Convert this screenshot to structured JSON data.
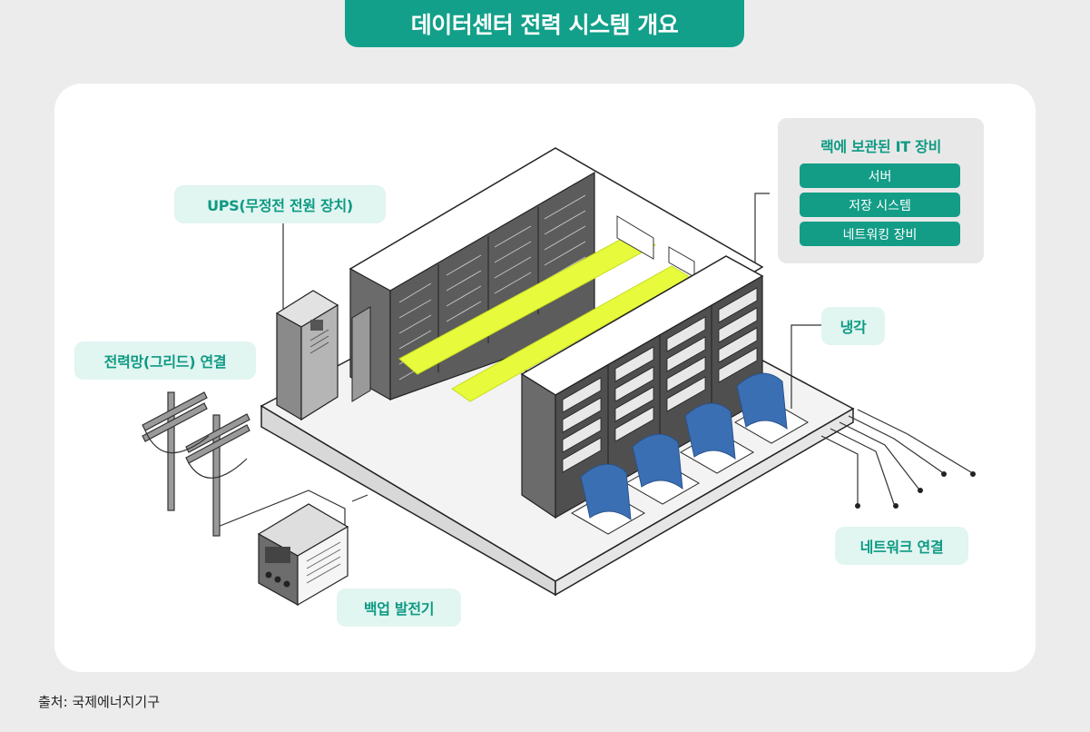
{
  "title": "데이터센터 전력 시스템 개요",
  "labels": {
    "ups": "UPS(무정전 전원 장치)",
    "grid": "전력망(그리드) 연결",
    "cooling": "냉각",
    "network": "네트워크 연결",
    "generator": "백업 발전기"
  },
  "it_equipment": {
    "title": "랙에 보관된 IT 장비",
    "items": [
      "서버",
      "저장 시스템",
      "네트워킹 장비"
    ]
  },
  "source": "출처: 국제에너지기구",
  "colors": {
    "accent": "#12a08a",
    "label_bg": "#e1f5f1",
    "rack": "#555555",
    "aisle_highlight": "#e7fb3c",
    "cooling_duct": "#3b6fb4"
  }
}
